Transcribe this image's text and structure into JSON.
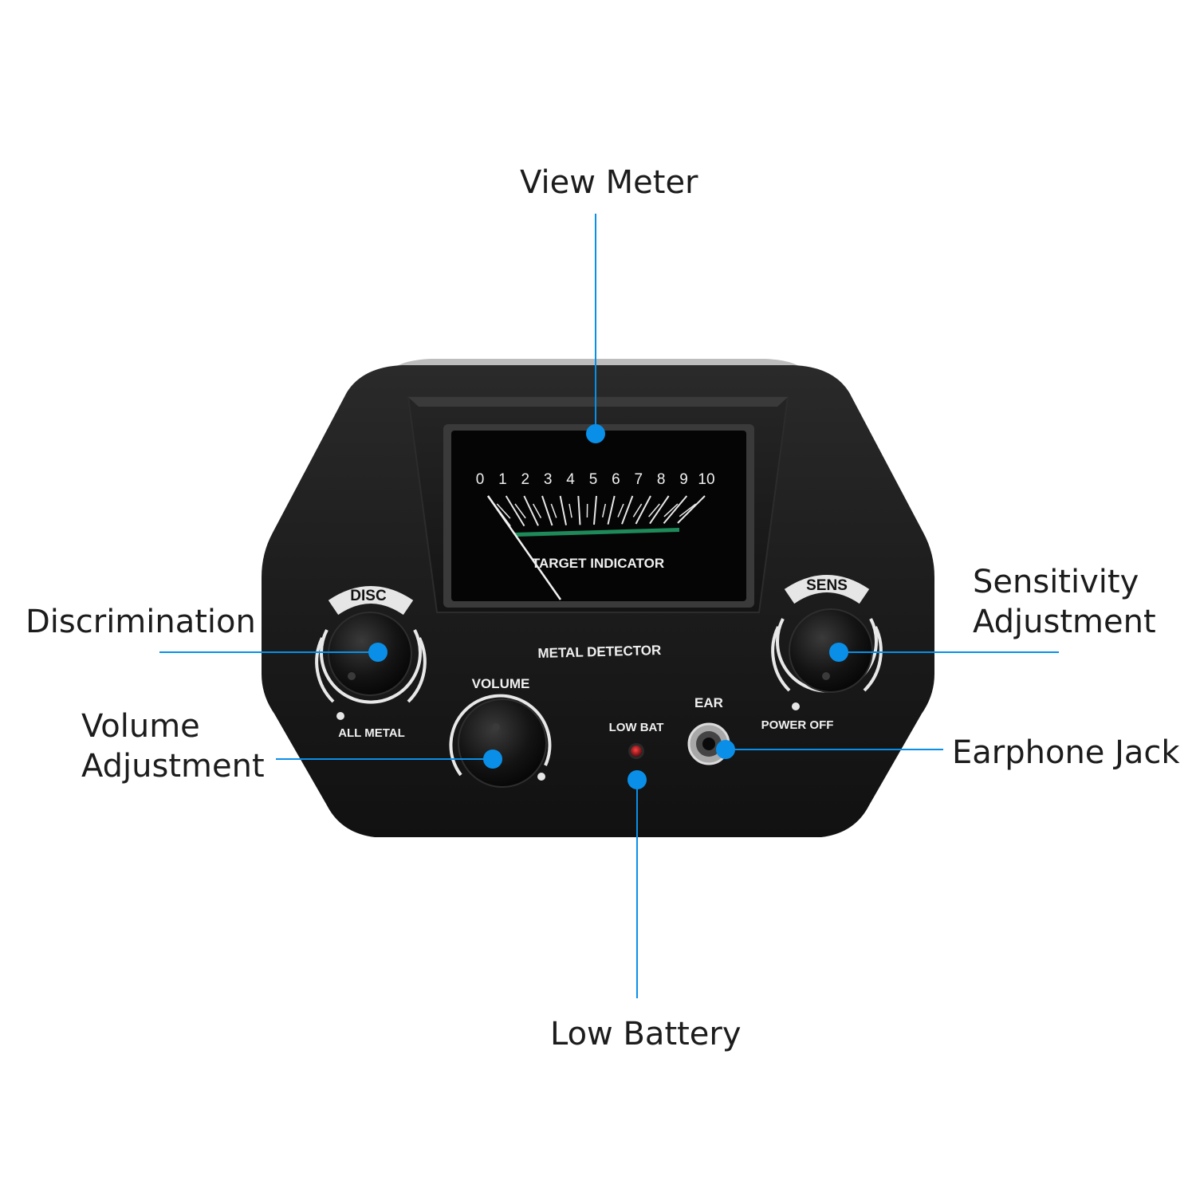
{
  "callouts": {
    "view_meter": "View Meter",
    "discrimination": "Discrimination",
    "sensitivity_line1": "Sensitivity",
    "sensitivity_line2": "Adjustment",
    "volume_line1": "Volume",
    "volume_line2": "Adjustment",
    "earphone_jack": "Earphone Jack",
    "low_battery": "Low Battery"
  },
  "device": {
    "meter_scale": [
      "0",
      "1",
      "2",
      "3",
      "4",
      "5",
      "6",
      "7",
      "8",
      "9",
      "10"
    ],
    "meter_caption": "TARGET INDICATOR",
    "model_label": "METAL DETECTOR",
    "disc_label": "DISC",
    "disc_min_label": "ALL METAL",
    "sens_label": "SENS",
    "sens_min_label": "POWER OFF",
    "volume_label": "VOLUME",
    "low_bat_label": "LOW BAT",
    "ear_label": "EAR"
  },
  "colors": {
    "accent": "#0a8fe8",
    "body": "#1b1b1b",
    "meter_face": "#050505",
    "green_band": "#1e8a5a",
    "led": "#a3141b",
    "text": "#1c1c1c"
  }
}
